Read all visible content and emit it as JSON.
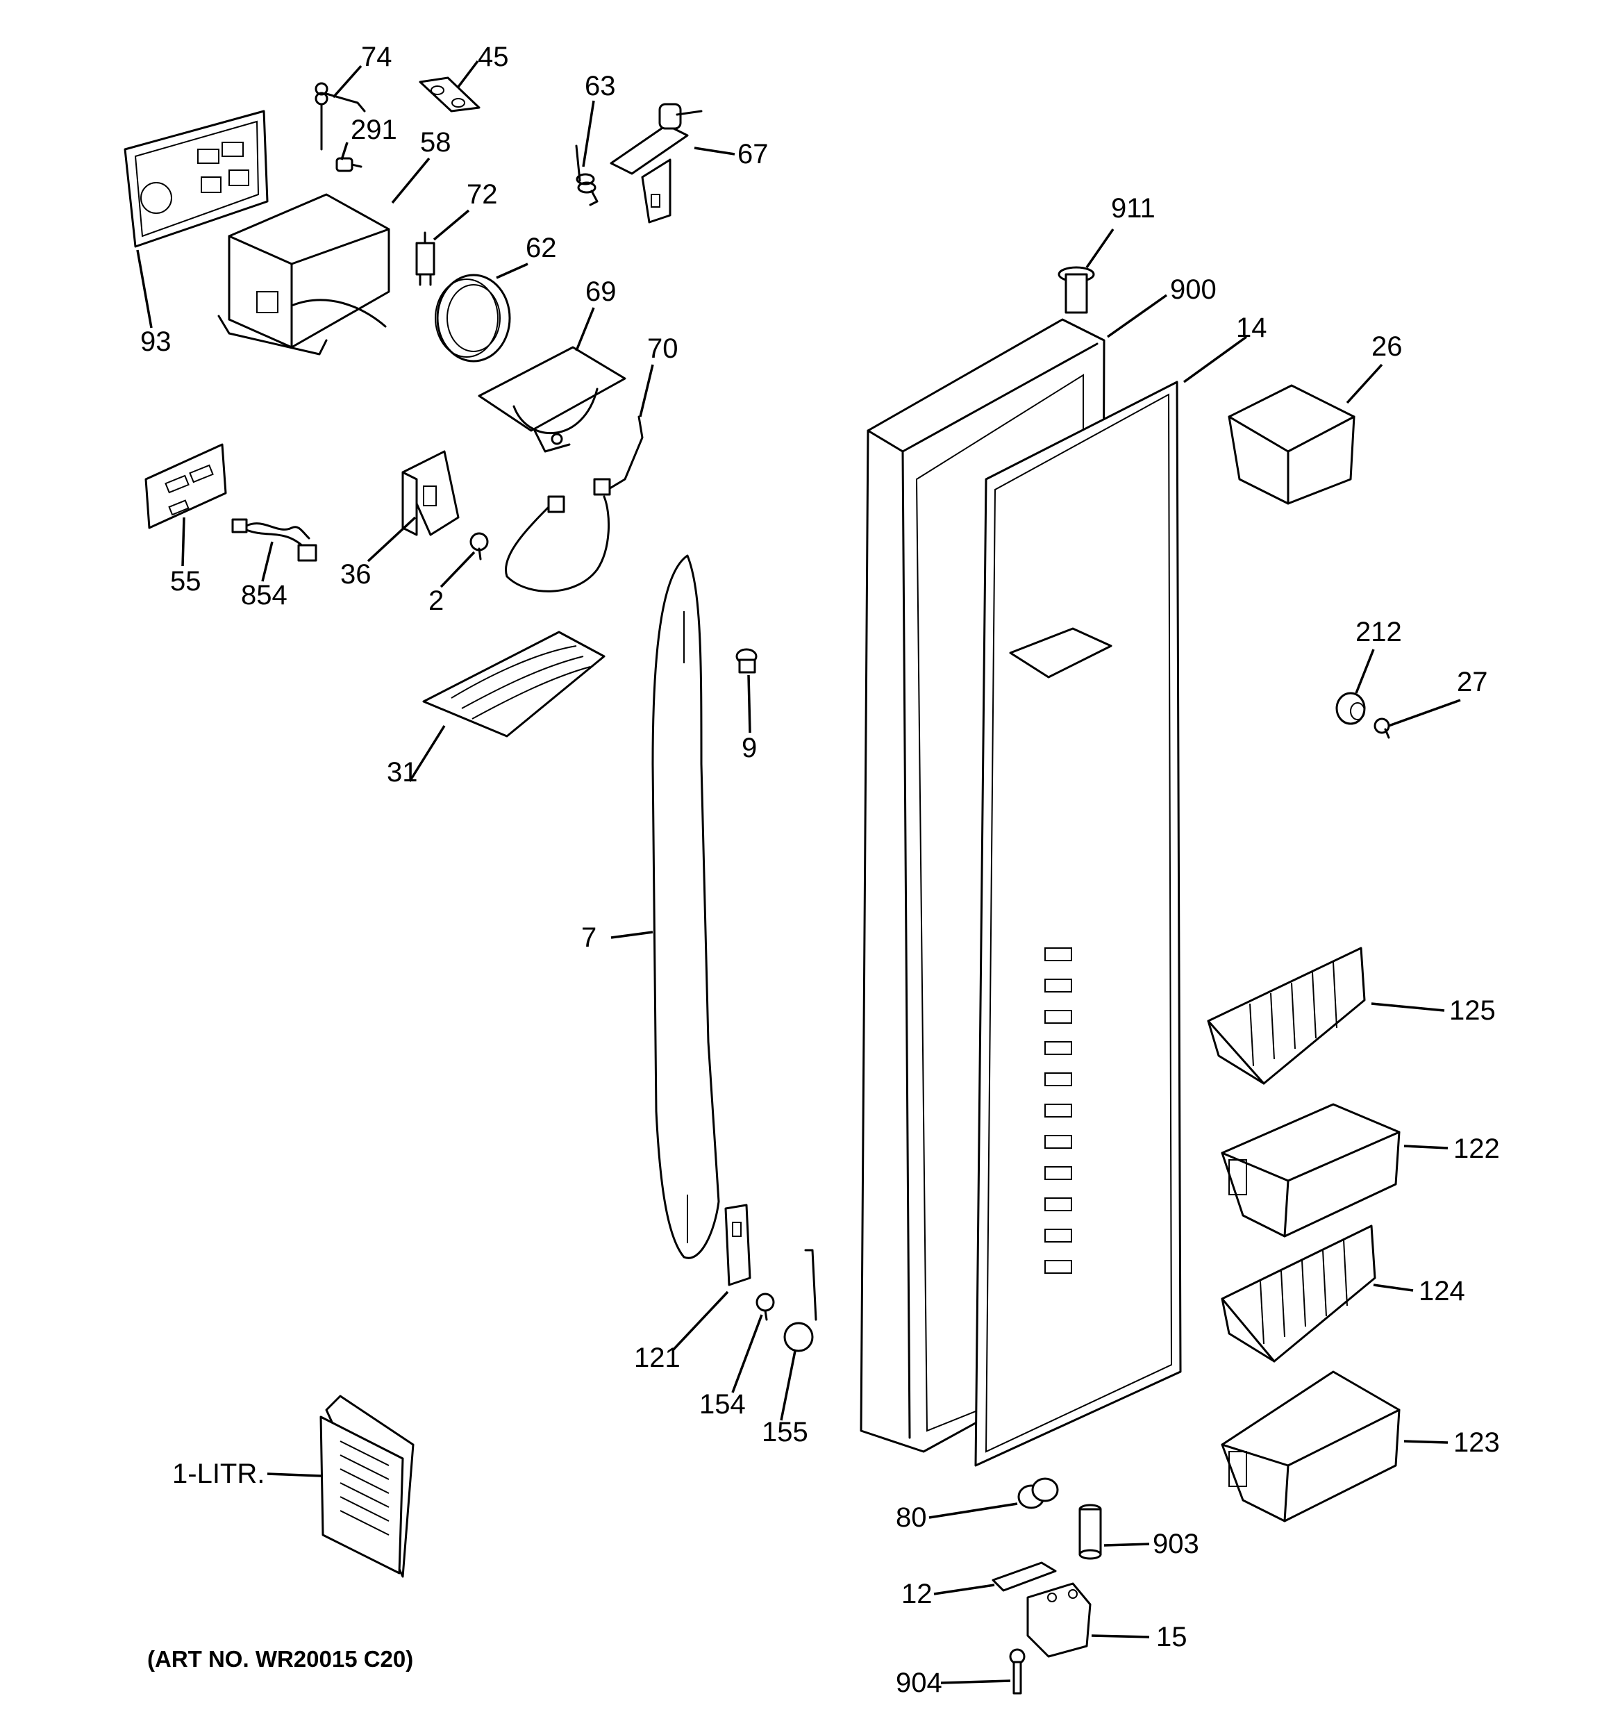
{
  "labels": {
    "p74": "74",
    "p45": "45",
    "p63": "63",
    "p291": "291",
    "p58": "58",
    "p67": "67",
    "p72": "72",
    "p62": "62",
    "p93": "93",
    "p69": "69",
    "p70": "70",
    "p911": "911",
    "p900": "900",
    "p14": "14",
    "p26": "26",
    "p55": "55",
    "p854": "854",
    "p36": "36",
    "p2": "2",
    "p212": "212",
    "p27": "27",
    "p9": "9",
    "p31": "31",
    "p7": "7",
    "p125": "125",
    "p122": "122",
    "p124": "124",
    "p121": "121",
    "p154": "154",
    "p155": "155",
    "p123": "123",
    "p1litr": "1-LITR.",
    "p80": "80",
    "p903": "903",
    "p12": "12",
    "p15": "15",
    "p904": "904"
  },
  "art_number": "(ART NO. WR20015 C20)"
}
